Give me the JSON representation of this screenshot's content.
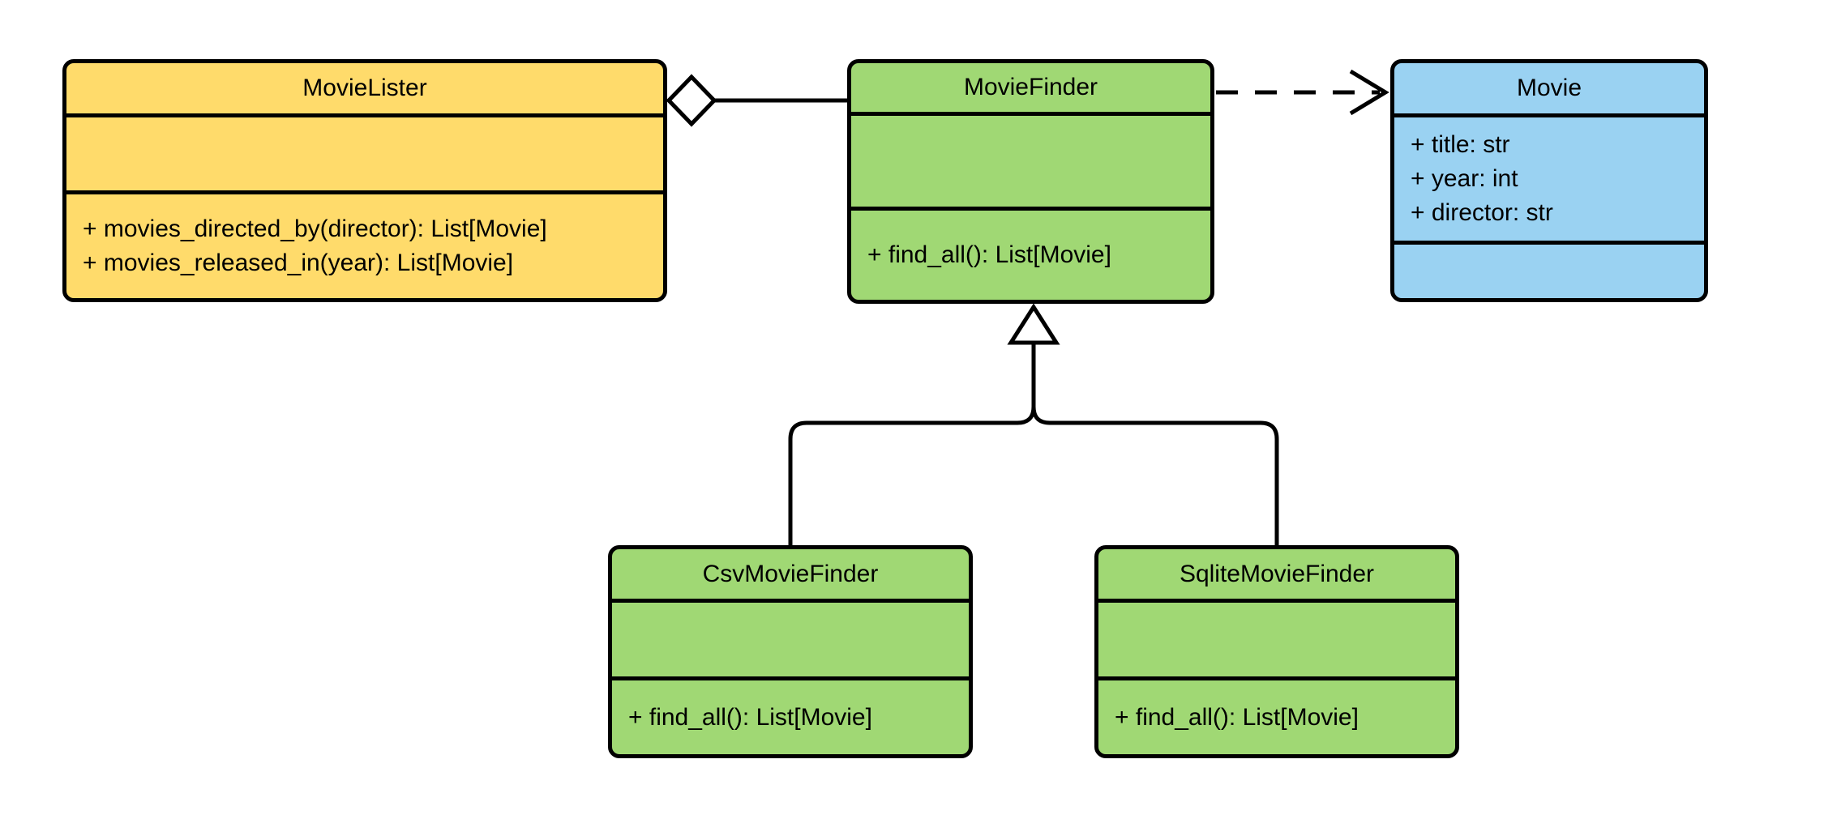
{
  "diagram": {
    "type": "uml-class-diagram",
    "background_color": "#FFFFFF",
    "stroke_color": "#000000",
    "classes": {
      "movie_lister": {
        "name": "MovieLister",
        "fill_color": "#FFDB6B",
        "attributes": [],
        "methods": [
          "+ movies_directed_by(director): List[Movie]",
          "+ movies_released_in(year): List[Movie]"
        ]
      },
      "movie_finder": {
        "name": "MovieFinder",
        "fill_color": "#A0D874",
        "attributes": [],
        "methods": [
          "+ find_all(): List[Movie]"
        ]
      },
      "movie": {
        "name": "Movie",
        "fill_color": "#9AD2F2",
        "attributes": [
          "+ title: str",
          "+ year: int",
          "+ director: str"
        ],
        "methods": []
      },
      "csv_movie_finder": {
        "name": "CsvMovieFinder",
        "fill_color": "#A0D874",
        "attributes": [],
        "methods": [
          "+ find_all(): List[Movie]"
        ]
      },
      "sqlite_movie_finder": {
        "name": "SqliteMovieFinder",
        "fill_color": "#A0D874",
        "attributes": [],
        "methods": [
          "+ find_all(): List[Movie]"
        ]
      }
    },
    "relationships": [
      {
        "type": "aggregation",
        "from": "MovieLister",
        "to": "MovieFinder",
        "marker": "hollow-diamond",
        "line": "solid"
      },
      {
        "type": "dependency",
        "from": "MovieFinder",
        "to": "Movie",
        "marker": "open-arrow",
        "line": "dashed"
      },
      {
        "type": "generalization",
        "from": "CsvMovieFinder",
        "to": "MovieFinder",
        "marker": "hollow-triangle",
        "line": "solid"
      },
      {
        "type": "generalization",
        "from": "SqliteMovieFinder",
        "to": "MovieFinder",
        "marker": "hollow-triangle",
        "line": "solid"
      }
    ]
  }
}
